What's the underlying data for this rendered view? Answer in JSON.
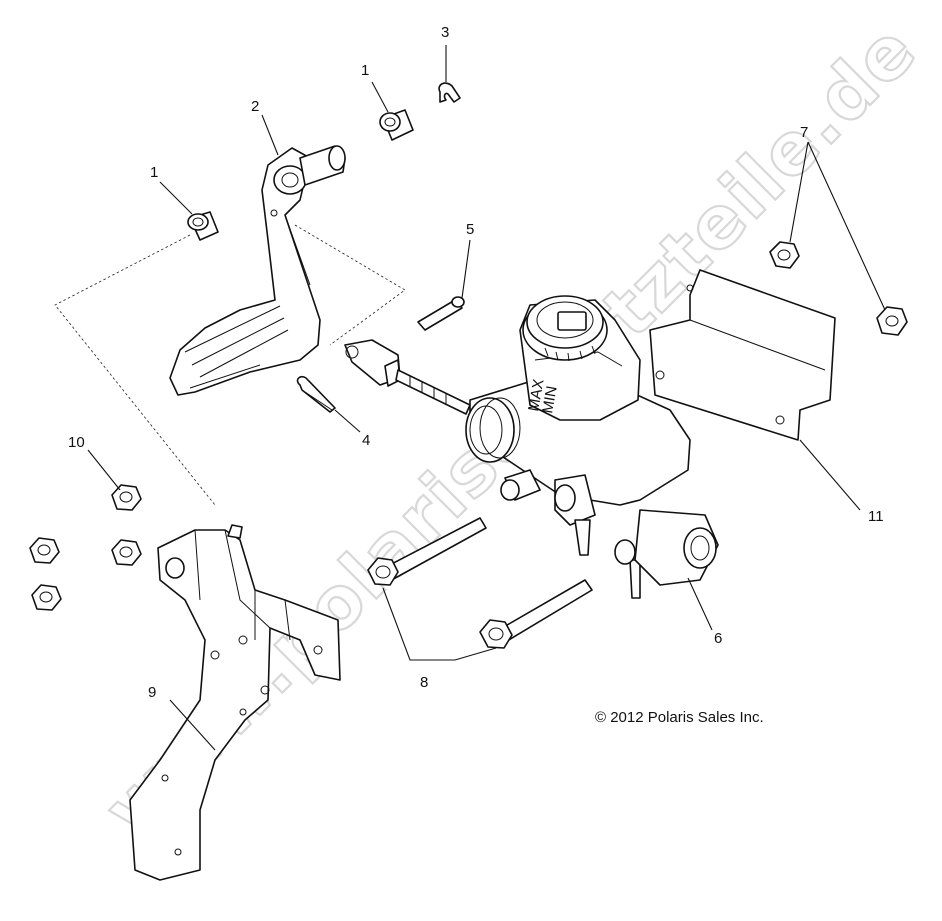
{
  "watermark": "www.polarisersatzteile.de",
  "copyright": "© 2012 Polaris Sales Inc.",
  "callouts": [
    {
      "id": "1a",
      "label": "1"
    },
    {
      "id": "1b",
      "label": "1"
    },
    {
      "id": "2",
      "label": "2"
    },
    {
      "id": "3",
      "label": "3"
    },
    {
      "id": "4",
      "label": "4"
    },
    {
      "id": "5",
      "label": "5"
    },
    {
      "id": "6",
      "label": "6"
    },
    {
      "id": "7",
      "label": "7"
    },
    {
      "id": "8",
      "label": "8"
    },
    {
      "id": "9",
      "label": "9"
    },
    {
      "id": "10",
      "label": "10"
    },
    {
      "id": "11",
      "label": "11"
    }
  ],
  "reservoir_marks": {
    "max": "MAX",
    "min": "MIN"
  }
}
